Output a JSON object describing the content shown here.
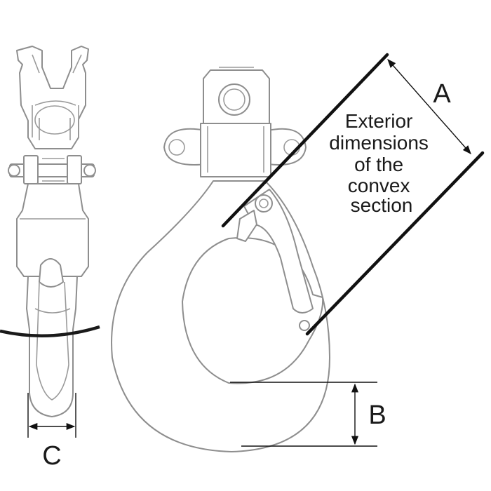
{
  "labels": {
    "a": "A",
    "b": "B",
    "c": "C",
    "description_lines": [
      "Exterior",
      "dimensions",
      "of the",
      "convex",
      "section"
    ]
  },
  "colors": {
    "outline": "#8e8e8e",
    "dimension": "#111111",
    "rope": "#1a1a1a",
    "background": "#ffffff"
  }
}
